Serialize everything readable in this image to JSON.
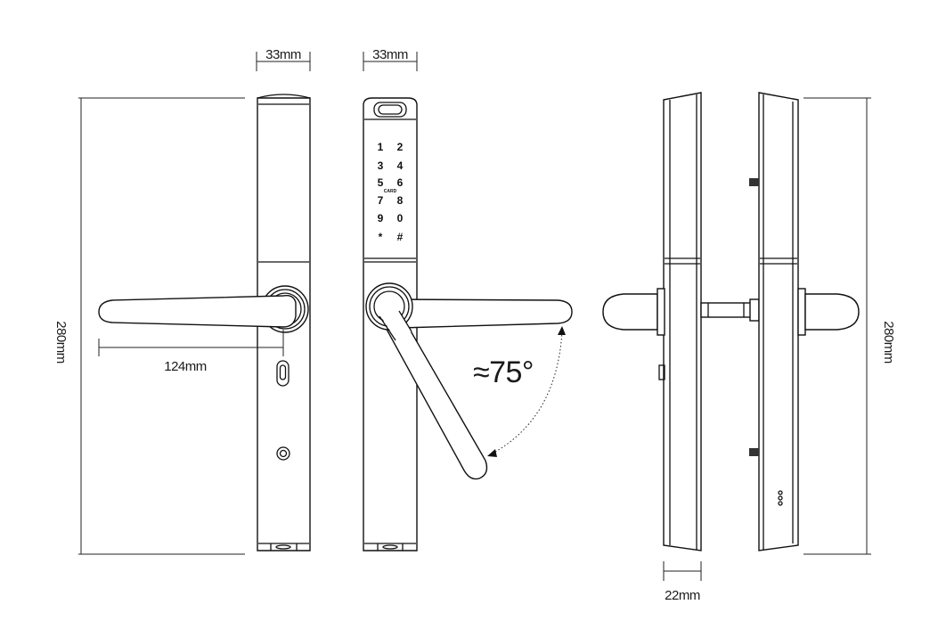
{
  "dimensions": {
    "front_width": "33mm",
    "keypad_width": "33mm",
    "height_left": "280mm",
    "height_right": "280mm",
    "handle_length": "124mm",
    "depth": "22mm",
    "rotation_angle": "≈75°"
  },
  "keypad": {
    "keys": [
      "1",
      "2",
      "3",
      "4",
      "5",
      "6",
      "7",
      "8",
      "9",
      "0",
      "*",
      "#"
    ],
    "card_label": "CARD"
  },
  "colors": {
    "line": "#111111",
    "background": "#ffffff"
  }
}
